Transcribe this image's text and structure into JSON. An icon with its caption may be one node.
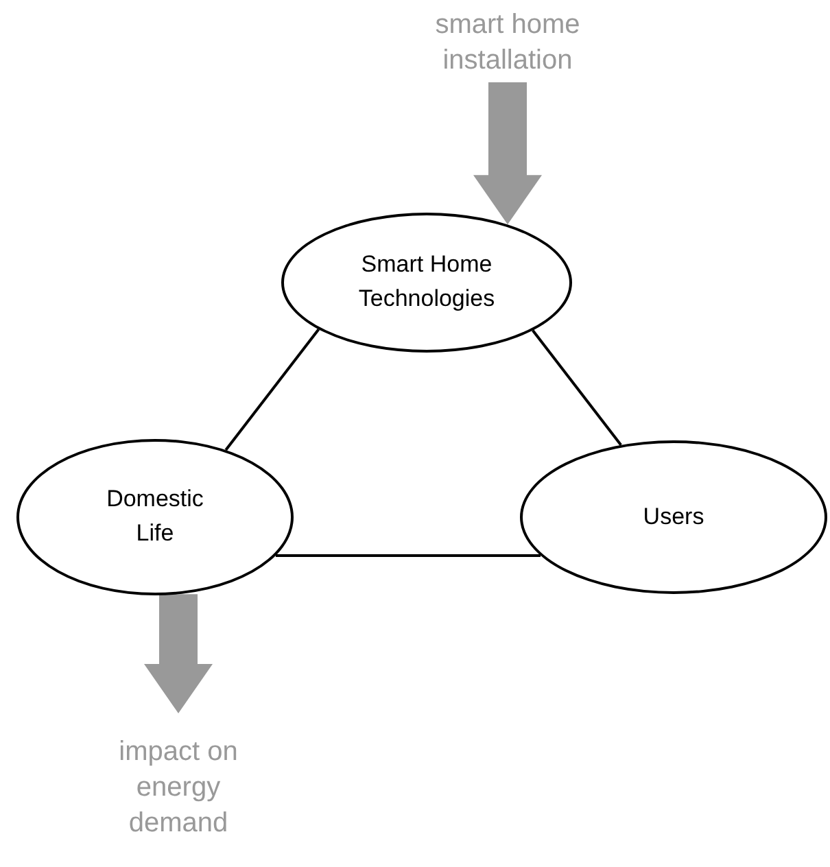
{
  "diagram": {
    "nodes": [
      {
        "text": [
          "smart home installation"
        ]
      },
      {
        "text": [
          "Smart Home Technologies"
        ]
      },
      {
        "text": [
          "Domestic Life"
        ]
      },
      {
        "text": [
          "Users"
        ]
      },
      {
        "text": [
          "impact on energy demand"
        ]
      }
    ],
    "edges": [
      {
        "from": 0,
        "to": 1,
        "arrow": "to",
        "style": "thick",
        "color": "#999999"
      },
      {
        "from": 1,
        "to": 2,
        "arrow": "none"
      },
      {
        "from": 1,
        "to": 3,
        "arrow": "none"
      },
      {
        "from": 2,
        "to": 3,
        "arrow": "none"
      },
      {
        "from": 2,
        "to": 4,
        "arrow": "to",
        "style": "thick",
        "color": "#999999"
      }
    ]
  }
}
